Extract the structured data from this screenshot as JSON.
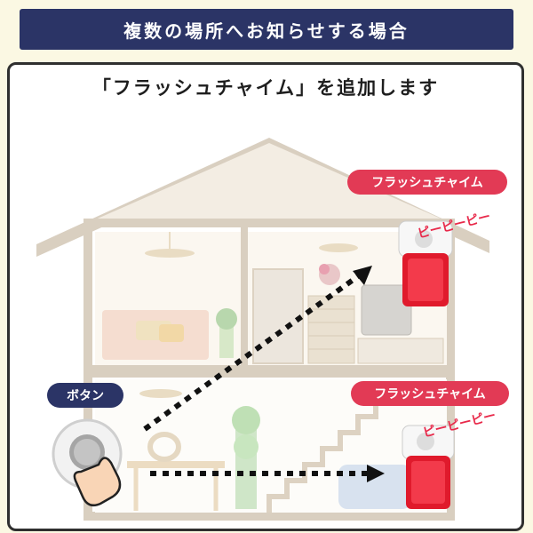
{
  "header": {
    "title": "複数の場所へお知らせする場合"
  },
  "subtitle": "「フラッシュチャイム」を追加します",
  "labels": {
    "device_top": "フラッシュチャイム",
    "device_bottom": "フラッシュチャイム",
    "button": "ボタン",
    "sound_top": "ピーピーピー",
    "sound_bottom": "ピーピーピー"
  },
  "colors": {
    "navy": "#2b3466",
    "accent_red": "#e23a55",
    "house_outline": "#d9cfc0",
    "background": "#fbf8e3"
  },
  "icons": [
    "push-button-icon",
    "pointing-hand-icon",
    "flash-chime-icon"
  ]
}
